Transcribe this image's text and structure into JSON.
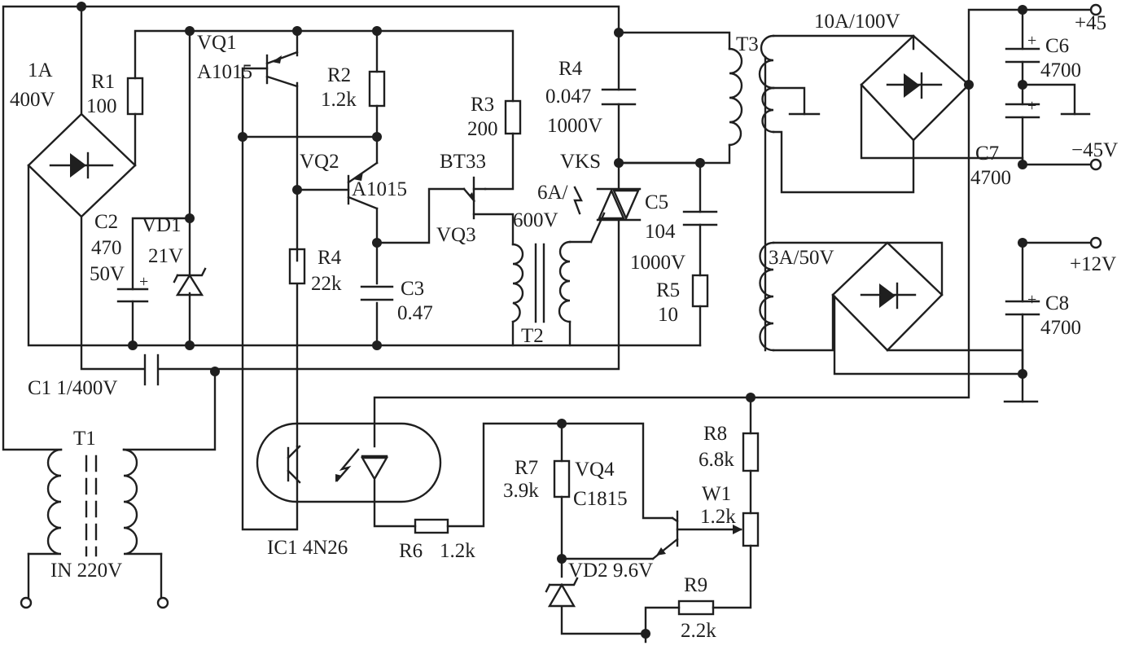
{
  "labels": {
    "bridge1_current": "1A",
    "bridge1_voltage": "400V",
    "r1_name": "R1",
    "r1_value": "100",
    "c2_name": "C2",
    "c2_cap": "470",
    "c2_voltage": "50V",
    "vd1_name": "VD1",
    "vd1_value": "21V",
    "vq1_name": "VQ1",
    "vq1_type": "A1015",
    "r2_name": "R2",
    "r2_value": "1.2k",
    "vq2_name": "VQ2",
    "vq2_type": "A1015",
    "r4a_name": "R4",
    "r4a_value": "22k",
    "c3_name": "C3",
    "c3_value": "0.47",
    "r3_name": "R3",
    "r3_value": "200",
    "bt33_name": "BT33",
    "vq3_name": "VQ3",
    "t2_name": "T2",
    "r4b_name": "R4",
    "r4b_value": "0.047",
    "r4b_voltage": "1000V",
    "vks_name": "VKS",
    "vks_current": "6A/",
    "vks_voltage": "600V",
    "c5_name": "C5",
    "c5_value": "104",
    "c5_voltage": "1000V",
    "r5_name": "R5",
    "r5_value": "10",
    "t3_name": "T3",
    "bridge2_rating": "10A/100V",
    "out_p45": "+45",
    "c6_name": "C6",
    "c6_value": "4700",
    "out_m45": "−45V",
    "c7_name": "C7",
    "c7_value": "4700",
    "bridge3_rating": "3A/50V",
    "out_p12": "+12V",
    "c8_name": "C8",
    "c8_value": "4700",
    "c1_label": "C1  1/400V",
    "t1_name": "T1",
    "input_label": "IN  220V",
    "ic1_label": "IC1 4N26",
    "r6_name": "R6",
    "r6_value": "1.2k",
    "r7_name": "R7",
    "r7_value": "3.9k",
    "vq4_name": "VQ4",
    "vq4_type": "C1815",
    "vd2_label": "VD2  9.6V",
    "r8_name": "R8",
    "r8_value": "6.8k",
    "w1_name": "W1",
    "w1_value": "1.2k",
    "r9_name": "R9",
    "r9_value": "2.2k",
    "plus_sign": "+"
  }
}
